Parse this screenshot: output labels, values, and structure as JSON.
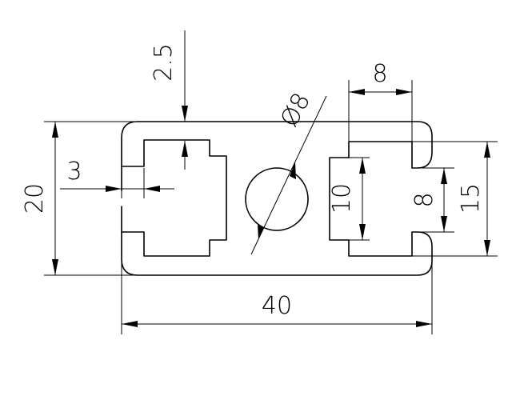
{
  "dimensions": {
    "overall_width": "40",
    "overall_height": "20",
    "wall_thickness": "2.5",
    "slot_opening": "3",
    "hole_diameter": "Ø8",
    "top_width": "8",
    "slot_depth": "10",
    "slot_inner": "8",
    "slot_height": "15"
  }
}
